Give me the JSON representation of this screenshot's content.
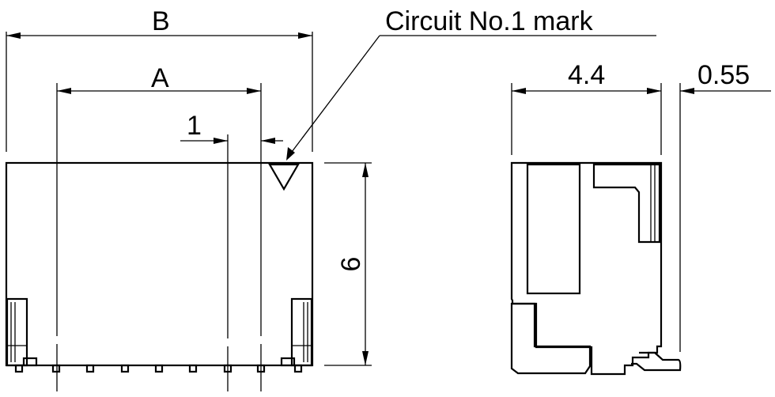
{
  "labels": {
    "dim_b": "B",
    "dim_a": "A",
    "dim_pitch": "1",
    "dim_height": "6",
    "dim_depth": "4.4",
    "dim_offset": "0.55",
    "callout": "Circuit No.1 mark"
  },
  "colors": {
    "line": "#000000",
    "background": "#ffffff"
  }
}
